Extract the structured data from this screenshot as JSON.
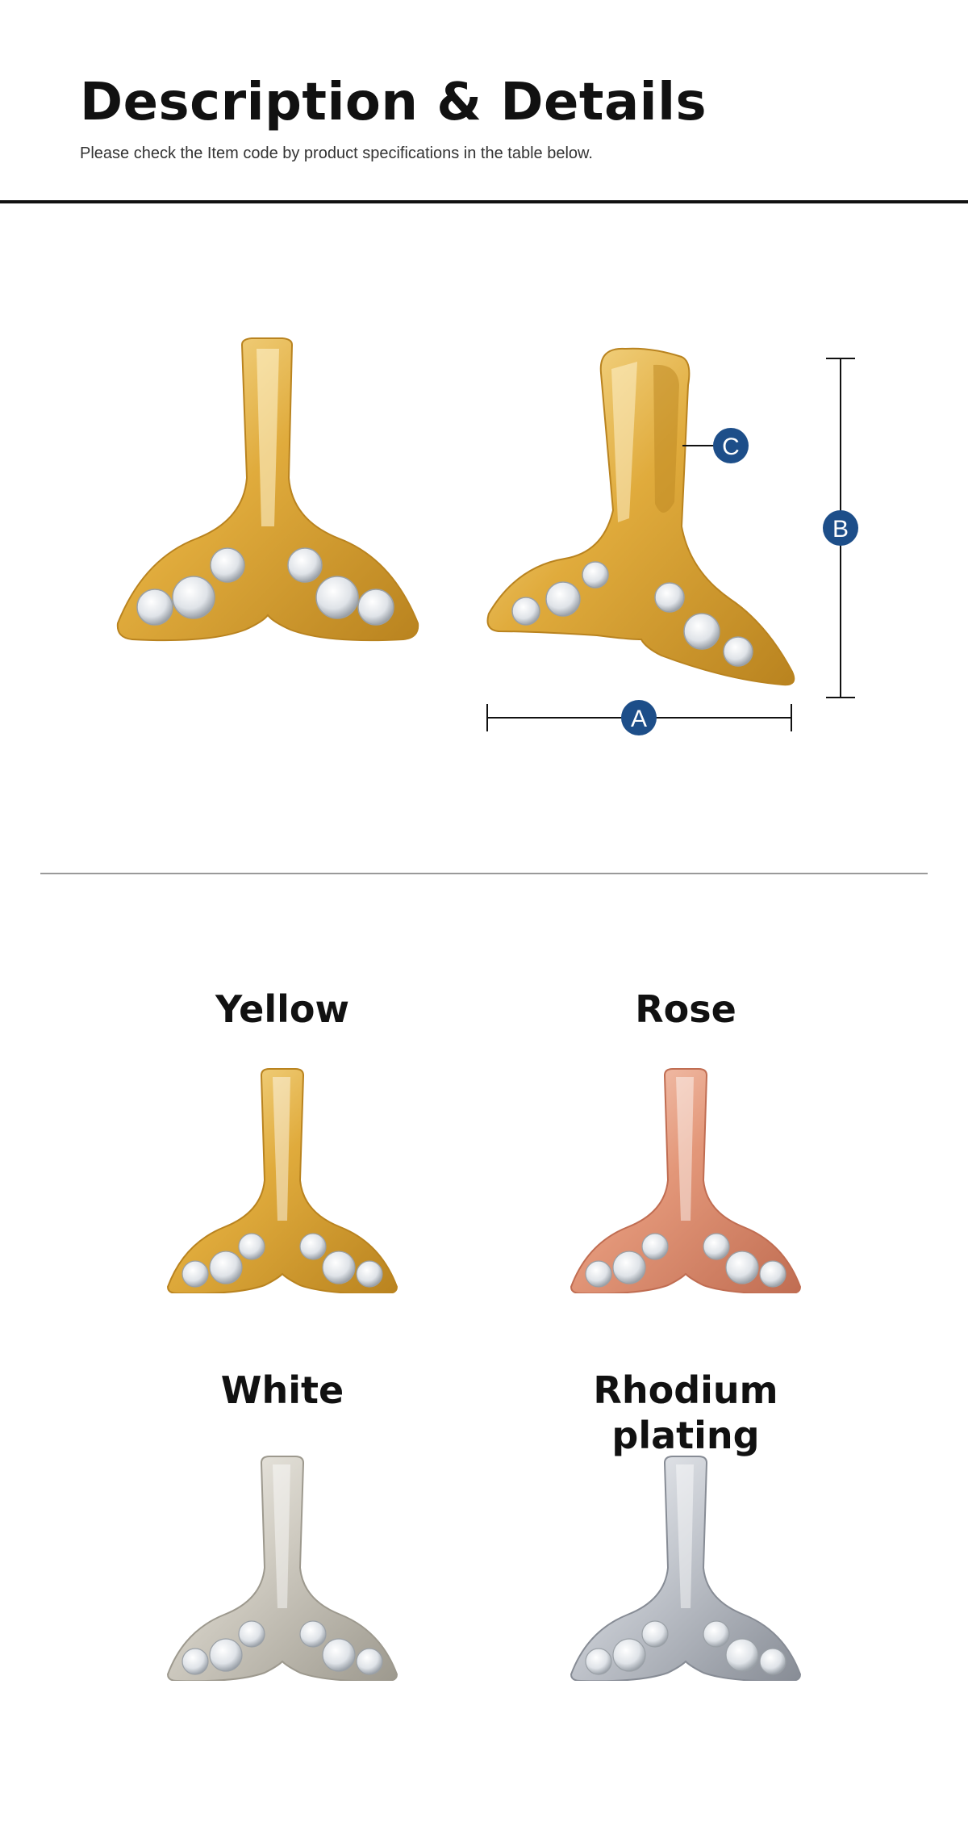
{
  "header": {
    "title": "Description & Details",
    "subtitle": "Please check the Item code by product specifications in the table below."
  },
  "dimension_labels": {
    "a": "A",
    "b": "B",
    "c": "C"
  },
  "colors": {
    "accent_badge": "#1d4e89",
    "yellow": "#e3b64a",
    "rose": "#e8a08a",
    "white": "#d9d6cf",
    "rhodium": "#c9ccd2"
  },
  "variants": [
    {
      "label": "Yellow",
      "metal": "yellow"
    },
    {
      "label": "Rose",
      "metal": "rose"
    },
    {
      "label": "White",
      "metal": "white"
    },
    {
      "label": "Rhodium plating",
      "metal": "rhodium"
    }
  ]
}
